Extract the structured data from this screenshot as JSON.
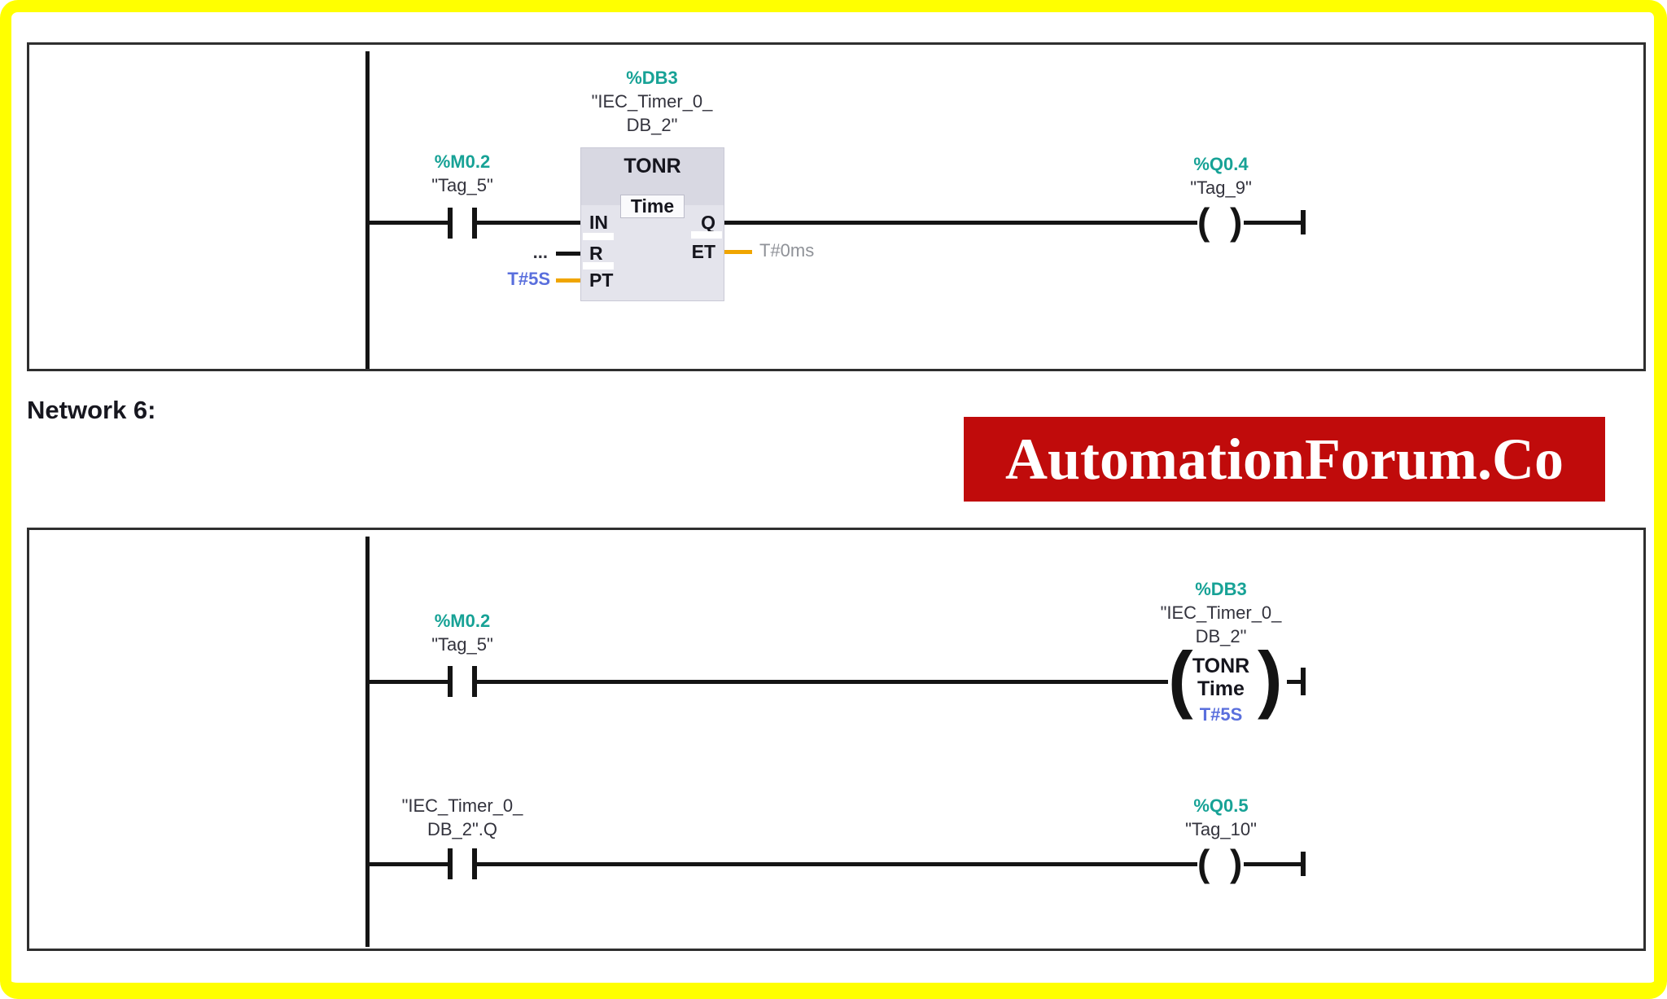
{
  "network_title": "Network 6:",
  "banner": {
    "text": "AutomationForum.Co"
  },
  "symbols": {
    "coil_open": "(",
    "coil_close": ")"
  },
  "colors": {
    "operand": "#17a296",
    "tag": "#33333d",
    "literal": "#5a6fdd",
    "muted": "#8f9298",
    "orange": "#f0a500",
    "line": "#141414",
    "panel-border": "#2f2f2f",
    "block-bg": "#e4e4ec",
    "block-header": "#d8d8e2",
    "banner-bg": "#c00b0b",
    "banner-fg": "#ffffff",
    "frame": "#ffff00",
    "network-text": "#17171f"
  },
  "net5": {
    "contact": {
      "address": "%M0.2",
      "tag": "\"Tag_5\""
    },
    "block": {
      "db": "%DB3",
      "name1": "\"IEC_Timer_0_",
      "name2": "DB_2\"",
      "type": "TONR",
      "dtype": "Time",
      "pin_in": "IN",
      "pin_r": "R",
      "pin_pt": "PT",
      "pin_q": "Q",
      "pin_et": "ET",
      "r_placeholder": "...",
      "pt_value": "T#5S",
      "et_value": "T#0ms"
    },
    "coil": {
      "address": "%Q0.4",
      "tag": "\"Tag_9\""
    }
  },
  "net6": {
    "rung1": {
      "contact": {
        "address": "%M0.2",
        "tag": "\"Tag_5\""
      },
      "coil": {
        "db": "%DB3",
        "name1": "\"IEC_Timer_0_",
        "name2": "DB_2\"",
        "type": "TONR",
        "dtype": "Time",
        "pt_value": "T#5S"
      }
    },
    "rung2": {
      "contact": {
        "name1": "\"IEC_Timer_0_",
        "name2": "DB_2\".Q"
      },
      "coil": {
        "address": "%Q0.5",
        "tag": "\"Tag_10\""
      }
    }
  }
}
